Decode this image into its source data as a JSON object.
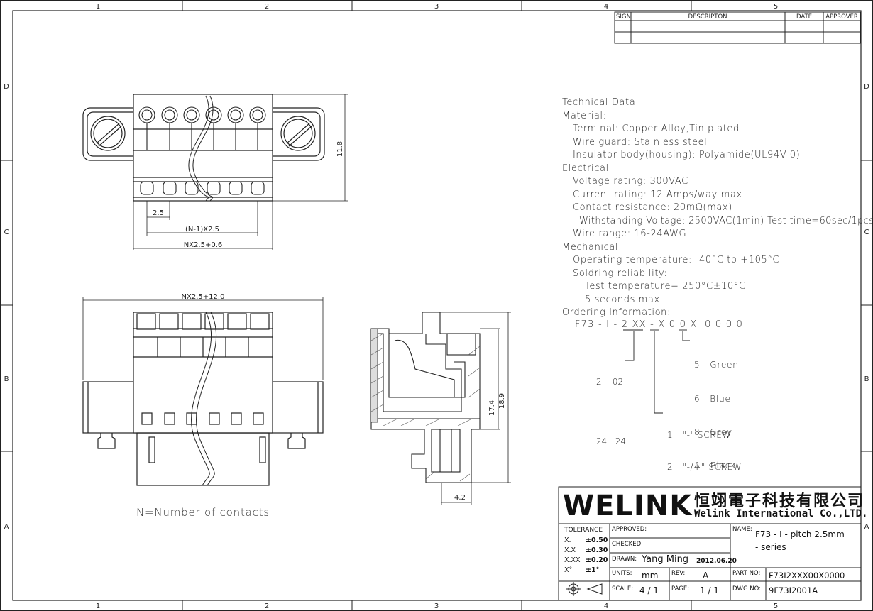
{
  "frame": {
    "col_top": [
      "1",
      "2",
      "3",
      "4",
      "5"
    ],
    "col_bottom": [
      "1",
      "2",
      "3",
      "4",
      "5"
    ],
    "row_left": [
      "D",
      "C",
      "B",
      "A"
    ],
    "row_right": [
      "D",
      "C",
      "B",
      "A"
    ]
  },
  "revision_table": {
    "headers": {
      "sign": "SIGN",
      "descripton": "DESCRIPTON",
      "date": "DATE",
      "approver": "APPROVER"
    }
  },
  "top_view": {
    "dim_pitch": "2.5",
    "dim_n1": "(N-1)X2.5",
    "dim_total": "NX2.5+0.6",
    "dim_height": "11.8"
  },
  "front_view": {
    "dim_width": "NX2.5+12.0",
    "note": "N=Number of contacts"
  },
  "side_view": {
    "dim_174": "17.4",
    "dim_189": "18.9",
    "dim_42": "4.2"
  },
  "tech": {
    "title": "Technical Data:",
    "material": "Material:",
    "terminal": "Terminal: Copper Alloy,Tin plated.",
    "wire_guard": "Wire guard: Stainless steel",
    "insulator": "Insulator body(housing): Polyamide(UL94V-0)",
    "electrical": "Electrical",
    "voltage": "Voltage rating: 300VAC",
    "current": "Current rating: 12 Amps/way max",
    "contact_res": "Contact resistance: 20mΩ(max)",
    "withstanding": "Withstanding Voltage: 2500VAC(1min) Test time=60sec/1pcs",
    "wire_range": "Wire range: 16-24AWG",
    "mechanical": "Mechanical:",
    "op_temp": "Operating temperature: -40°C to +105°C",
    "soldering": "Soldring reliability:",
    "test_temp": "Test temperature= 250°C±10°C",
    "seconds": "5 seconds max",
    "ordering": "Ordering Information:"
  },
  "ordering": {
    "code": "F73 - I - 2 XX - X 0 0 X  0 0 0 0",
    "colors": [
      "5   Green",
      "6   Blue",
      "8   Grey",
      "A   Black"
    ],
    "pins_a": "2    02",
    "pins_dash": "-     -",
    "pins_b": "24   24",
    "screw_1": "1   \"-\" SCREW",
    "screw_2": "2   \"-/+\" SCREW"
  },
  "title_block": {
    "logo": "WELINK",
    "company_cn": "恒翊電子科技有限公司",
    "company_en": "Welink International Co.,LTD.",
    "tolerance": "TOLERANCE",
    "tol_rows": [
      {
        "k": "X.",
        "v": "±0.50"
      },
      {
        "k": "X.X",
        "v": "±0.30"
      },
      {
        "k": "X.XX",
        "v": "±0.20"
      },
      {
        "k": "X°",
        "v": "±1°"
      }
    ],
    "approved": "APPROVED:",
    "checked": "CHECKED:",
    "drawn_label": "DRAWN:",
    "drawn_name": "Yang Ming",
    "drawn_date": "2012.06.20",
    "units_label": "UNITS:",
    "units": "mm",
    "rev_label": "REV:",
    "rev": "A",
    "scale_label": "SCALE:",
    "scale": "4 / 1",
    "page_label": "PAGE:",
    "page": "1 / 1",
    "name_label": "NAME:",
    "name_line1": "F73 - I - pitch 2.5mm",
    "name_line2": "- series",
    "partno_label": "PART NO:",
    "partno": "F73I2XXX00X0000",
    "dwgno_label": "DWG NO:",
    "dwgno": "9F73I2001A"
  }
}
